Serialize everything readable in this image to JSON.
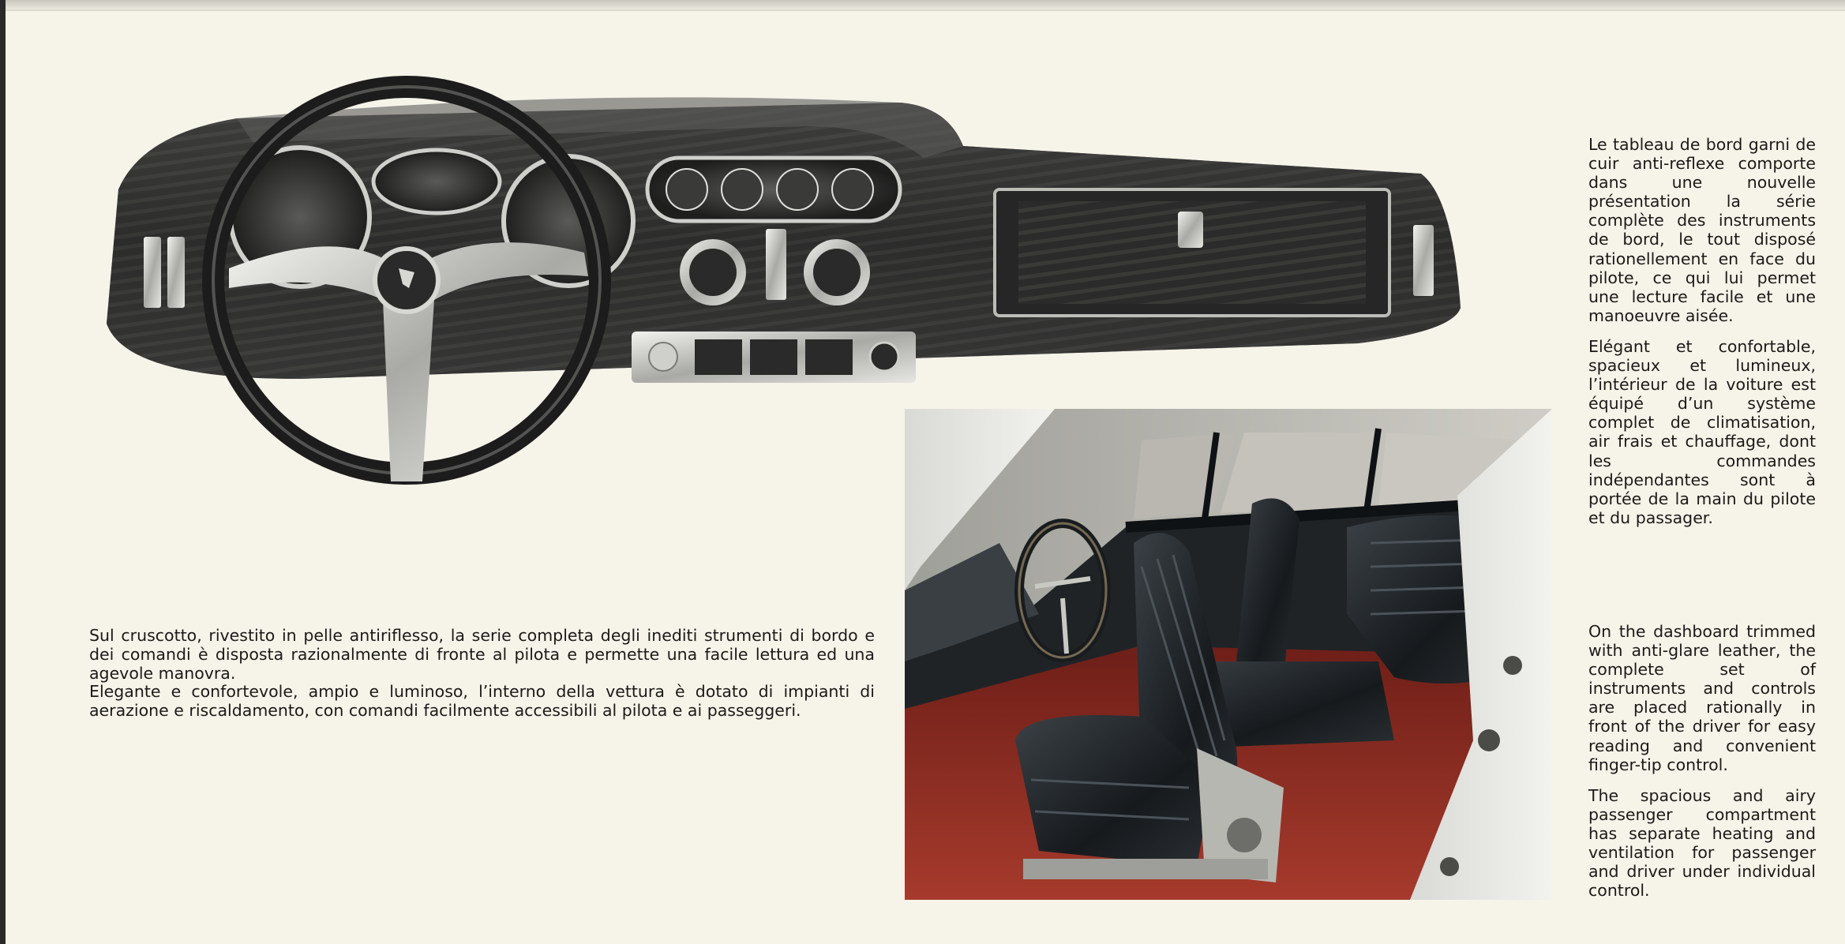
{
  "italian": {
    "para1": "Sul cruscotto, rivestito in pelle antiriflesso, la serie completa degli inediti strumenti di bordo e dei comandi è disposta razionalmente di fronte al pilota e permette una facile lettura ed una agevole manovra.",
    "para2": "Elegante e confortevole, ampio e luminoso, l’interno della vettura è dotato di impianti di aerazione e riscaldamento, con comandi facilmente accessibili al pilota e ai passeggeri."
  },
  "french": {
    "para1": "Le tableau de bord garni de cuir anti-reflexe comporte dans une nouvelle présentation la série complète des instruments de bord, le tout disposé rationellement en face du pilote, ce qui lui permet une lecture facile et une manoeuvre aisée.",
    "para2": "Elégant et confortable, spacieux et lumineux, l’intérieur de la voiture est équipé d’un système complet de climatisation, air frais et chauffage, dont les commandes indépendantes sont à portée de la main du pilote et du passager."
  },
  "english": {
    "para1": "On the dashboard trimmed with anti-glare leather, the complete set of instruments and controls are placed rationally in front of the driver for easy reading and convenient finger-tip control.",
    "para2": "The spacious and airy passenger compartment has separate heating and ventilation for passenger and driver under individual control."
  },
  "colors": {
    "paper": "#f6f3e9",
    "leather": "#2e2e2e",
    "carpet": "#8e2a20",
    "chrome": "#d8d8d4"
  }
}
